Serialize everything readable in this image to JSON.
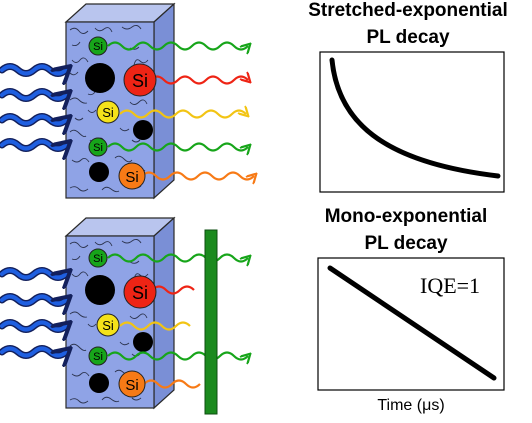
{
  "top_panel": {
    "title_line1": "Stretched-exponential",
    "title_line2": "PL decay",
    "particles": [
      {
        "label": "Si",
        "color": "#17a51a"
      },
      {
        "label": "Si",
        "color": "#ee2415"
      },
      {
        "label": "Si",
        "color": "#f5e21a"
      },
      {
        "label": "Si",
        "color": "#17a51a"
      },
      {
        "label": "Si",
        "color": "#f77a16"
      }
    ],
    "emission_colors": [
      "#17a51a",
      "#ee2415",
      "#f2c414",
      "#17a51a",
      "#f77a16"
    ]
  },
  "bottom_panel": {
    "title_line1": "Mono-exponential",
    "title_line2": "PL decay",
    "annotation": "IQE=1",
    "particles": [
      {
        "label": "Si",
        "color": "#17a51a"
      },
      {
        "label": "Si",
        "color": "#ee2415"
      },
      {
        "label": "Si",
        "color": "#f5e21a"
      },
      {
        "label": "Si",
        "color": "#17a51a"
      },
      {
        "label": "Si",
        "color": "#f77a16"
      }
    ],
    "filter_color": "#1b8a1e",
    "emission_colors": [
      "#17a51a",
      "#ee2415",
      "#f2c414",
      "#17a51a",
      "#f77a16"
    ]
  },
  "x_axis_label": "Time (μs)",
  "colors": {
    "excitation_wave": "#1f5fe0",
    "crystal_fill": "#8fa3e6",
    "nanoparticle_dark": "#000000"
  }
}
